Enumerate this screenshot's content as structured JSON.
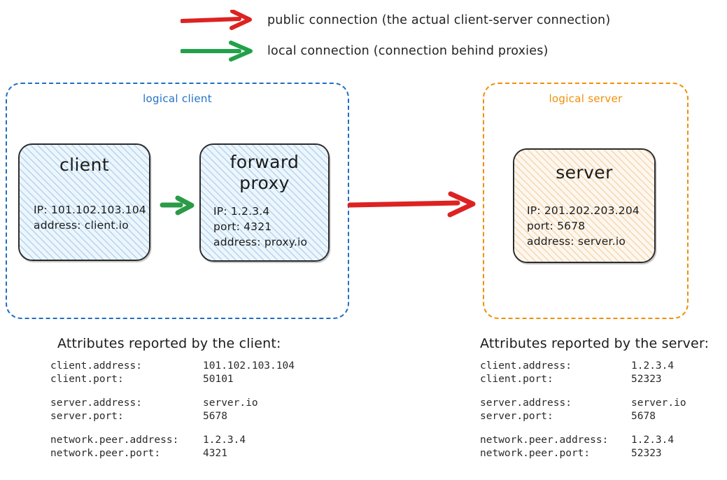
{
  "legend": {
    "items": [
      {
        "icon": "red-arrow-icon",
        "color": "#dd2222",
        "label": "public connection (the actual client-server connection)"
      },
      {
        "icon": "green-arrow-icon",
        "color": "#22a14a",
        "label": "local connection (connection behind proxies)"
      }
    ]
  },
  "logical_client": {
    "label": "logical client",
    "border_color": "#1f6fc0",
    "nodes": {
      "client": {
        "title": "client",
        "attrs": [
          "IP: 101.102.103.104",
          "address: client.io"
        ]
      },
      "forward_proxy": {
        "title_line1": "forward",
        "title_line2": "proxy",
        "attrs": [
          "IP: 1.2.3.4",
          "port: 4321",
          "address: proxy.io"
        ]
      }
    }
  },
  "logical_server": {
    "label": "logical server",
    "border_color": "#ef9008",
    "nodes": {
      "server": {
        "title": "server",
        "attrs": [
          "IP: 201.202.203.204",
          "port: 5678",
          "address: server.io"
        ]
      }
    }
  },
  "arrows": {
    "client_to_proxy": {
      "type": "local-connection",
      "color": "#22a14a"
    },
    "proxy_to_server": {
      "type": "public-connection",
      "color": "#dd2222"
    }
  },
  "client_report": {
    "heading": "Attributes reported by the client:",
    "groups": [
      [
        {
          "key": "client.address:",
          "value": "101.102.103.104"
        },
        {
          "key": "client.port:",
          "value": "50101"
        }
      ],
      [
        {
          "key": "server.address:",
          "value": "server.io"
        },
        {
          "key": "server.port:",
          "value": "5678"
        }
      ],
      [
        {
          "key": "network.peer.address:",
          "value": "1.2.3.4"
        },
        {
          "key": "network.peer.port:",
          "value": "4321"
        }
      ]
    ]
  },
  "server_report": {
    "heading": "Attributes reported by the server:",
    "groups": [
      [
        {
          "key": "client.address:",
          "value": "1.2.3.4"
        },
        {
          "key": "client.port:",
          "value": "52323"
        }
      ],
      [
        {
          "key": "server.address:",
          "value": "server.io"
        },
        {
          "key": "server.port:",
          "value": "5678"
        }
      ],
      [
        {
          "key": "network.peer.address:",
          "value": "1.2.3.4"
        },
        {
          "key": "network.peer.port:",
          "value": "52323"
        }
      ]
    ]
  }
}
